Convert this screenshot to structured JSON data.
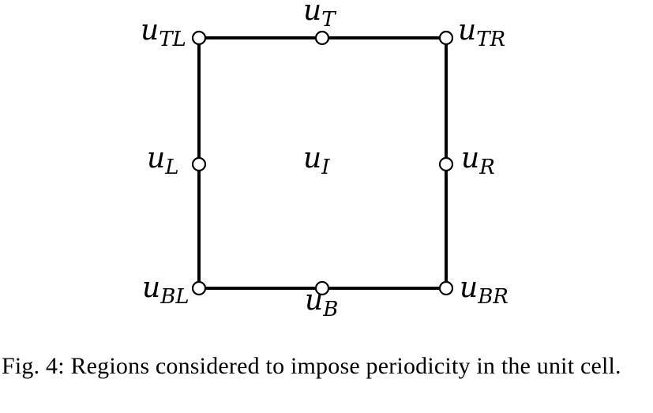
{
  "diagram": {
    "labels": {
      "top_left": {
        "base": "u",
        "sub": "TL"
      },
      "top": {
        "base": "u",
        "sub": "T"
      },
      "top_right": {
        "base": "u",
        "sub": "TR"
      },
      "left": {
        "base": "u",
        "sub": "L"
      },
      "interior": {
        "base": "u",
        "sub": "I"
      },
      "right": {
        "base": "u",
        "sub": "R"
      },
      "bottom_left": {
        "base": "u",
        "sub": "BL"
      },
      "bottom": {
        "base": "u",
        "sub": "B"
      },
      "bottom_right": {
        "base": "u",
        "sub": "BR"
      }
    },
    "colors": {
      "stroke": "#000000",
      "node_fill": "#ffffff"
    }
  },
  "caption": {
    "text": "Fig. 4: Regions considered to impose periodicity in the unit cell."
  }
}
